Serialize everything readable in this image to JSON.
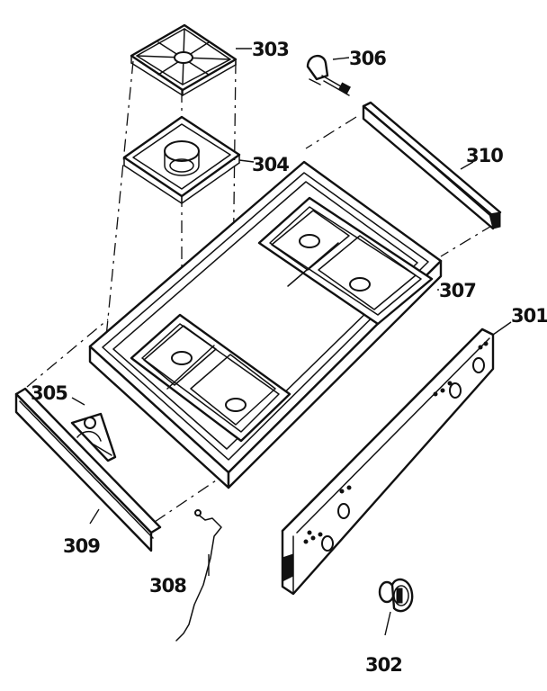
{
  "diagram": {
    "background": "#ffffff",
    "ink": "#111111",
    "parts": [
      {
        "number": "301"
      },
      {
        "number": "302"
      },
      {
        "number": "303"
      },
      {
        "number": "304"
      },
      {
        "number": "305"
      },
      {
        "number": "306"
      },
      {
        "number": "307"
      },
      {
        "number": "308"
      },
      {
        "number": "309"
      },
      {
        "number": "310"
      }
    ]
  }
}
